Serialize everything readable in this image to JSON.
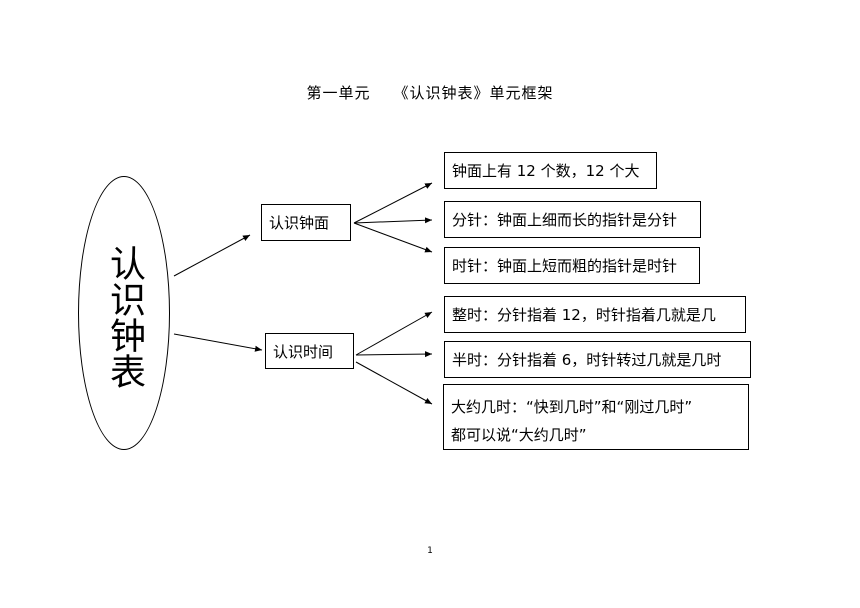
{
  "title": "第一单元    《认识钟表》单元框架",
  "root": {
    "label": "认识钟表"
  },
  "branches": [
    {
      "label": "认识钟面",
      "children": [
        "钟面上有 12 个数，12 个大",
        "分针：钟面上细而长的指针是分针",
        "时针：钟面上短而粗的指针是时针"
      ]
    },
    {
      "label": "认识时间",
      "children": [
        "整时：分针指着 12，时针指着几就是几",
        "半时：分针指着 6，时针转过几就是几时"
      ],
      "multi_child": {
        "line1": "大约几时：“快到几时”和“刚过几时”",
        "line2": "都可以说“大约几时”"
      }
    }
  ],
  "page_number": "1"
}
